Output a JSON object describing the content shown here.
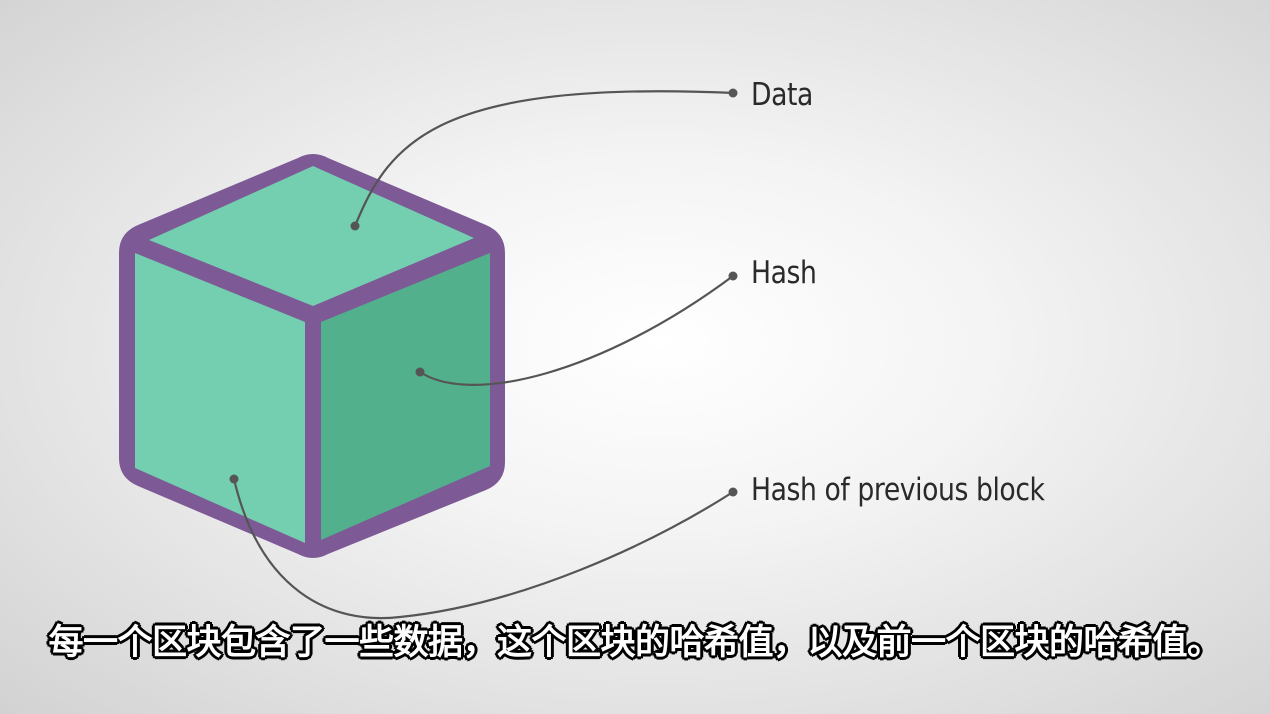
{
  "diagram": {
    "labels": {
      "data": "Data",
      "hash": "Hash",
      "prev_hash": "Hash of previous block"
    },
    "colors": {
      "cube_outline": "#7d5a96",
      "cube_top": "#74cfb0",
      "cube_left": "#74cfb0",
      "cube_right": "#52b08c",
      "connector": "#555555"
    }
  },
  "subtitle": {
    "text": "每一个区块包含了一些数据，这个区块的哈希值，以及前一个区块的哈希值。"
  }
}
